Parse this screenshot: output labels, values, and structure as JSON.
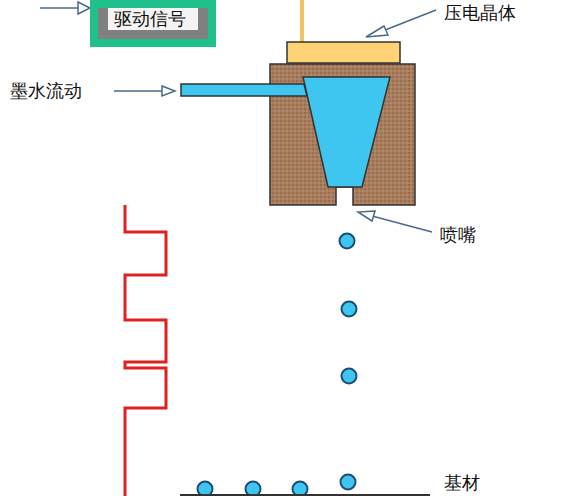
{
  "diagram": {
    "nodes": [
      {
        "text": [
          "驱动信号"
        ]
      }
    ],
    "labels": [
      "压电晶体",
      "墨水流动",
      "喷嘴",
      "基材"
    ]
  }
}
